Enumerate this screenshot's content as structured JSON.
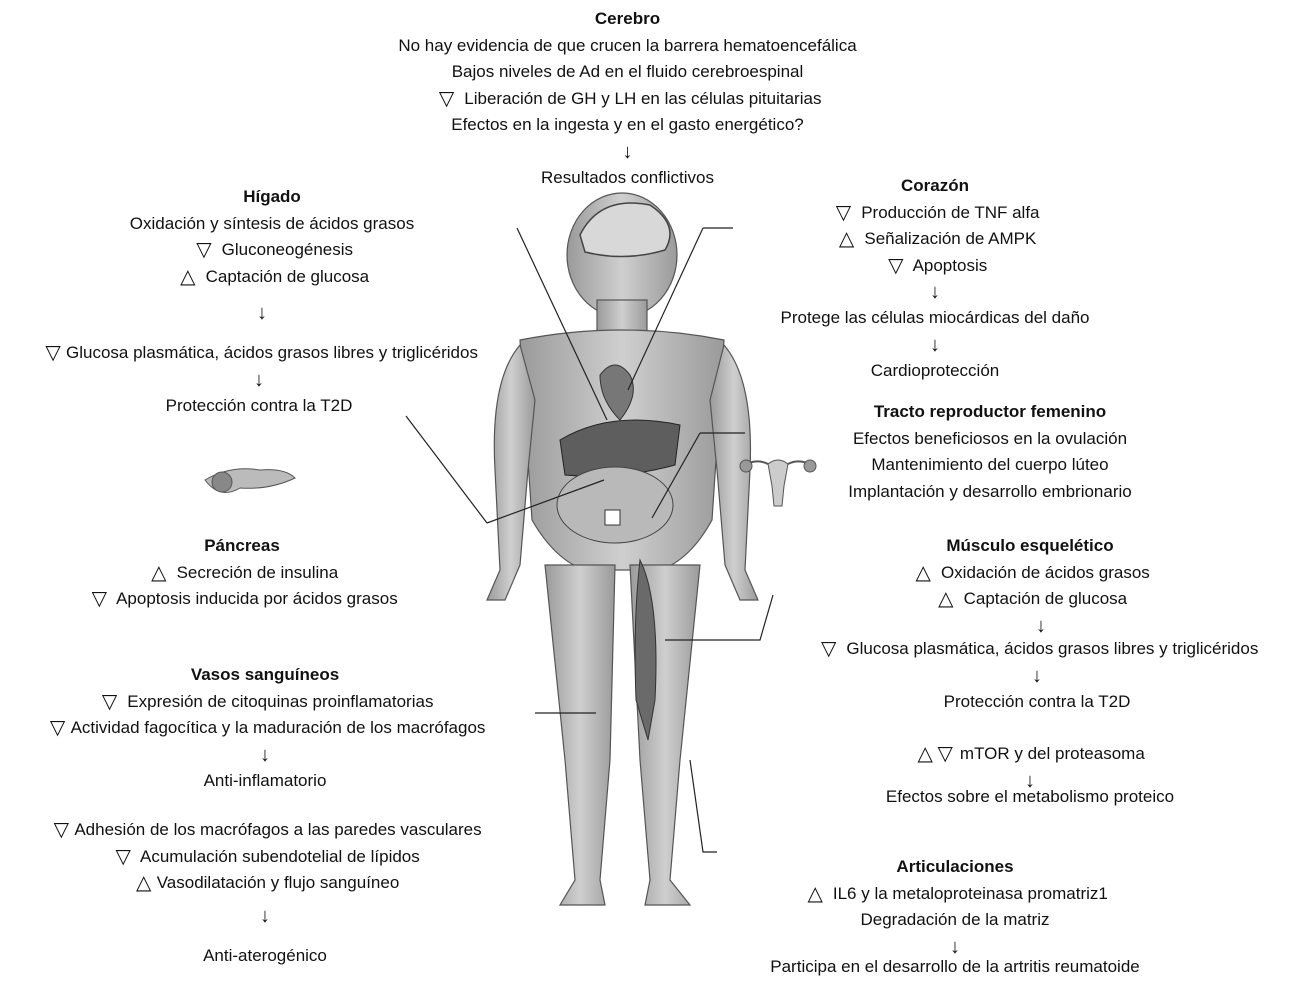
{
  "brain": {
    "title": "Cerebro",
    "lines": [
      {
        "sym": "",
        "text": "No hay evidencia de que crucen la barrera hematoencefálica"
      },
      {
        "sym": "",
        "text": "Bajos niveles de Ad en el fluido cerebroespinal"
      },
      {
        "sym": "down",
        "text": "Liberación de GH y LH en las células pituitarias"
      },
      {
        "sym": "",
        "text": "Efectos en la ingesta y en el gasto energético?"
      }
    ],
    "result": "Resultados conflictivos"
  },
  "liver": {
    "title": "Hígado",
    "lines": [
      {
        "sym": "",
        "text": "Oxidación y síntesis de ácidos grasos"
      },
      {
        "sym": "down",
        "text": "Gluconeogénesis"
      },
      {
        "sym": "up",
        "text": "Captación de glucosa"
      }
    ],
    "effect": {
      "sym": "down",
      "text": "Glucosa plasmática, ácidos grasos libres y triglicéridos"
    },
    "result": "Protección contra la T2D"
  },
  "pancreas": {
    "title": "Páncreas",
    "lines": [
      {
        "sym": "up",
        "text": "Secreción de insulina"
      },
      {
        "sym": "down",
        "text": "Apoptosis inducida por ácidos grasos"
      }
    ]
  },
  "vessels": {
    "title": "Vasos sanguíneos",
    "lines": [
      {
        "sym": "down",
        "text": "Expresión de citoquinas proinflamatorias"
      },
      {
        "sym": "down",
        "text": "Actividad fagocítica y la maduración de los macrófagos"
      }
    ],
    "result1": "Anti-inflamatorio",
    "lines2": [
      {
        "sym": "down",
        "text": "Adhesión de los macrófagos a las paredes vasculares"
      },
      {
        "sym": "down",
        "text": "Acumulación subendotelial de lípidos"
      },
      {
        "sym": "up",
        "text": "Vasodilatación y flujo sanguíneo"
      }
    ],
    "result2": "Anti-aterogénico"
  },
  "heart": {
    "title": "Corazón",
    "lines": [
      {
        "sym": "down",
        "text": "Producción de TNF alfa"
      },
      {
        "sym": "up",
        "text": "Señalización de AMPK"
      },
      {
        "sym": "down",
        "text": "Apoptosis"
      }
    ],
    "step": "Protege las células miocárdicas del daño",
    "result": "Cardioprotección"
  },
  "reproductive": {
    "title": "Tracto reproductor femenino",
    "lines": [
      "Efectos beneficiosos en la ovulación",
      "Mantenimiento del cuerpo lúteo",
      "Implantación y desarrollo embrionario"
    ]
  },
  "muscle": {
    "title": "Músculo esquelético",
    "lines": [
      {
        "sym": "up",
        "text": "Oxidación de ácidos grasos"
      },
      {
        "sym": "up",
        "text": "Captación de glucosa"
      }
    ],
    "effect": {
      "sym": "down",
      "text": "Glucosa plasmática, ácidos grasos libres y triglicéridos"
    },
    "result": "Protección contra la T2D",
    "mtor": {
      "sym": "updown",
      "text": "mTOR y del proteasoma"
    },
    "result2": "Efectos sobre el metabolismo proteico"
  },
  "joints": {
    "title": "Articulaciones",
    "lines": [
      {
        "sym": "up",
        "text": "IL6 y la metaloproteinasa promatriz1"
      },
      {
        "sym": "",
        "text": "Degradación de la matriz"
      }
    ],
    "result": "Participa en el desarrollo de la artritis reumatoide"
  },
  "colors": {
    "text": "#111111",
    "figure": "#8a8a8a",
    "lines": "#222222"
  },
  "icons": [
    "up-triangle-icon",
    "down-triangle-icon",
    "down-arrow-icon",
    "human-body-figure",
    "pancreas-icon",
    "uterus-icon"
  ]
}
